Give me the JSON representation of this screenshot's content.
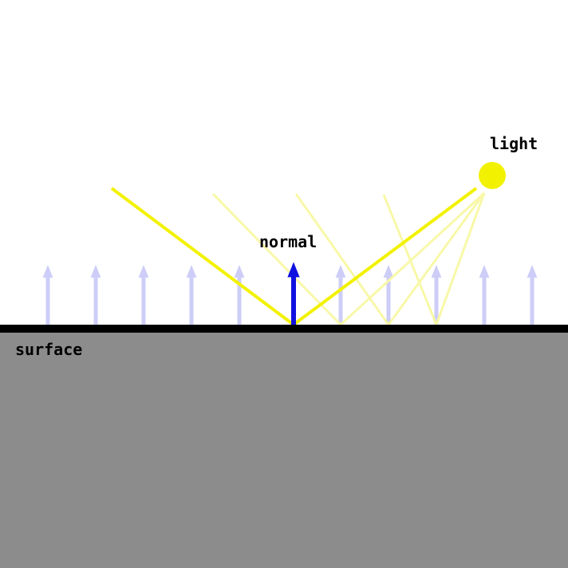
{
  "labels": {
    "light": "light",
    "normal": "normal",
    "surface": "surface"
  },
  "colors": {
    "background": "#ffffff",
    "ground": "#8c8c8c",
    "surface_line": "#000000",
    "light_source": "#f2f200",
    "ray": "#f2f200",
    "faded_ray": "#f8f8a8",
    "normal_arrow": "#1010e0",
    "faded_normal_arrow": "#cdcdf8"
  },
  "icons": {
    "light_source": "yellow-circle",
    "normal": "up-arrow"
  }
}
